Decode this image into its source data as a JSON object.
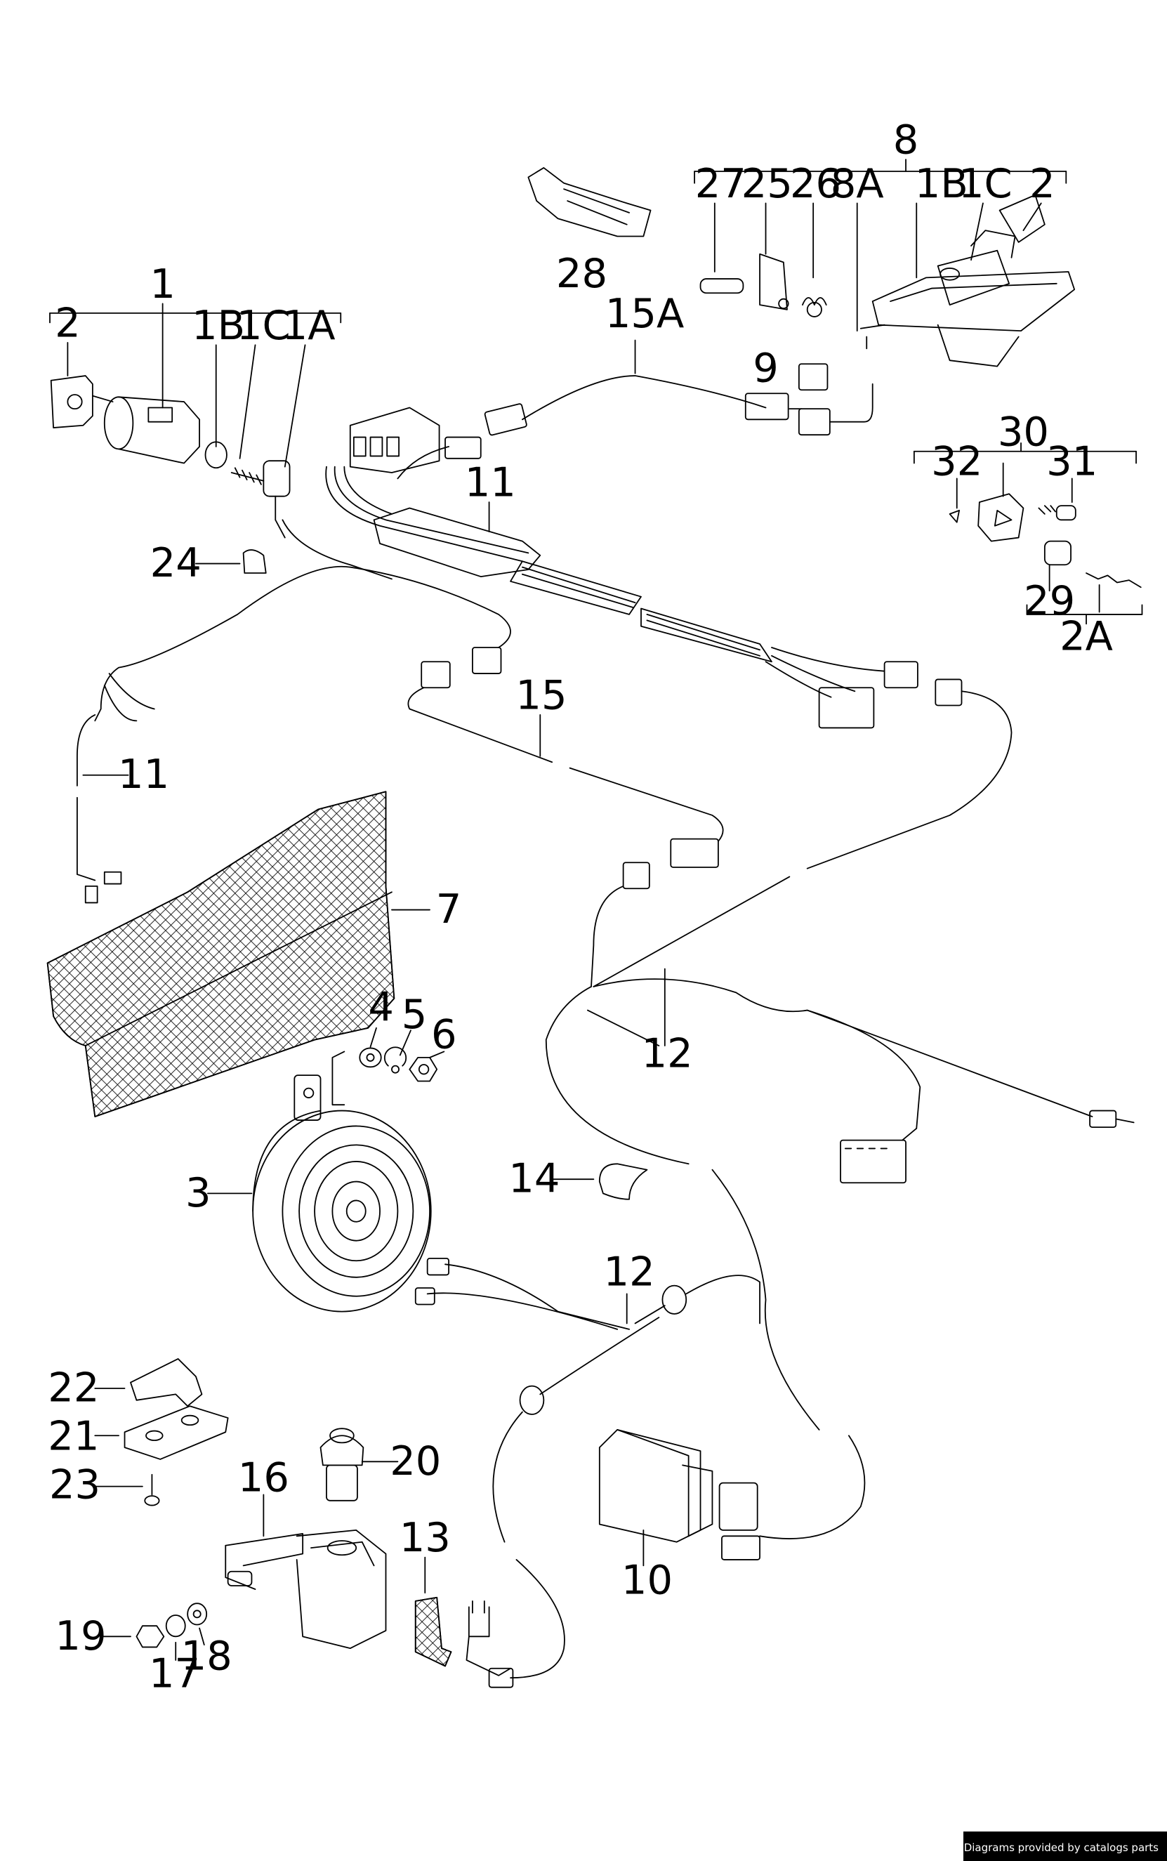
{
  "diagram": {
    "labels": {
      "l1": "1",
      "l2a": "2",
      "l1b_a": "1B",
      "l1c_a": "1C",
      "l1a": "1A",
      "l8": "8",
      "l27": "27",
      "l25": "25",
      "l26": "26",
      "l8a": "8A",
      "l1b_b": "1B",
      "l1c_b": "1C",
      "l2b": "2",
      "l28": "28",
      "l15a": "15A",
      "l9": "9",
      "l11a": "11",
      "l24": "24",
      "l30": "30",
      "l32": "32",
      "l31": "31",
      "l29": "29",
      "l2A": "2A",
      "l15": "15",
      "l11b": "11",
      "l7": "7",
      "l4": "4",
      "l5": "5",
      "l6": "6",
      "l12a": "12",
      "l3": "3",
      "l14": "14",
      "l12b": "12",
      "l22": "22",
      "l21": "21",
      "l20": "20",
      "l23": "23",
      "l16": "16",
      "l13": "13",
      "l10": "10",
      "l19": "19",
      "l17": "17",
      "l18": "18"
    },
    "credit": "Diagrams provided by catalogs parts"
  }
}
